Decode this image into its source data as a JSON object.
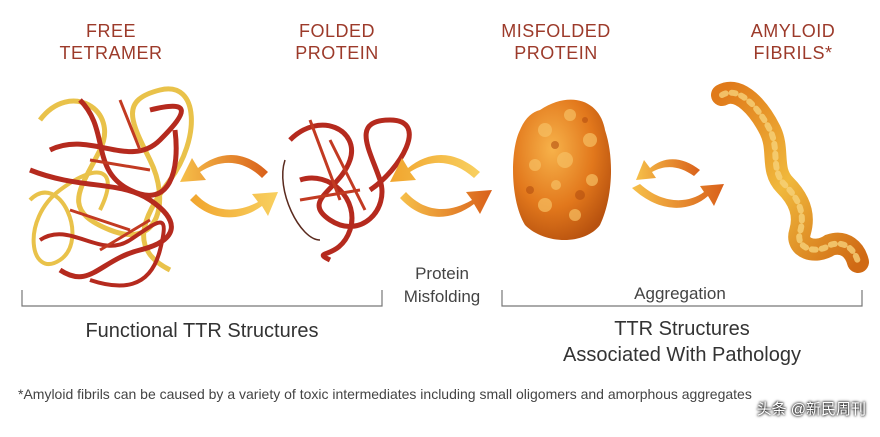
{
  "stages": [
    {
      "id": "free_tetramer",
      "label": "FREE\nTETRAMER"
    },
    {
      "id": "folded_protein",
      "label": "FOLDED\nPROTEIN"
    },
    {
      "id": "misfolded_protein",
      "label": "MISFOLDED\nPROTEIN"
    },
    {
      "id": "amyloid_fibrils",
      "label": "AMYLOID\nFIBRILS*"
    }
  ],
  "process_labels": {
    "misfolding": "Protein\nMisfolding",
    "aggregation": "Aggregation"
  },
  "groups": {
    "functional": "Functional TTR Structures",
    "pathology": "TTR Structures\nAssociated With Pathology"
  },
  "footnote": "*Amyloid fibrils can be caused by a variety of toxic intermediates including small oligomers and amorphous aggregates",
  "watermark": "头条 @新民周刊",
  "colors": {
    "label_text": "#9c3a2a",
    "ribbon_red": "#b52a1e",
    "ribbon_yellow": "#e9c24a",
    "arrow_orange": "#e27a1e",
    "arrow_yellow": "#f3b33a",
    "aggregate_orange": "#e07a1a"
  }
}
